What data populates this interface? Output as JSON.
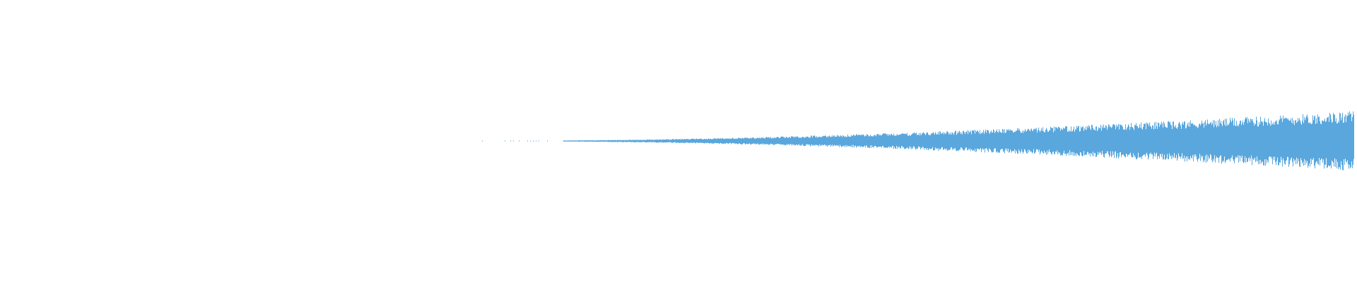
{
  "waveform": {
    "color": "#5aa7dd",
    "background": "#ffffff",
    "description_type": "audio-waveform",
    "envelope": {
      "silent_until_fraction": 0.35,
      "sparse_ticks_until_fraction": 0.41,
      "peak_amplitude_fraction_at_end": 1.0,
      "growth": "gradual-increasing"
    }
  }
}
